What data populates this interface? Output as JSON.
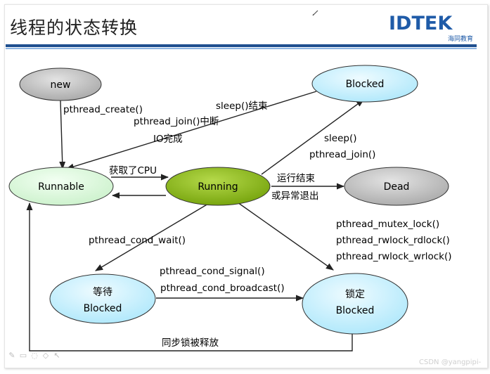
{
  "page": {
    "title": "线程的状态转换",
    "watermark": "CSDN @yangpipi-"
  },
  "logo": {
    "word": "IDTEK",
    "subtitle": "海同教育",
    "color": "#1f5ba8"
  },
  "colors": {
    "new_state": "#c8c8c8",
    "dead_state": "#c8c8c8",
    "runnable_state": "#dfffdf",
    "running_state": "#8dbb1a",
    "blocked_state": "#ccf2ff",
    "stroke": "#333333"
  },
  "nodes": {
    "new": {
      "label": "new"
    },
    "runnable": {
      "label": "Runnable"
    },
    "running": {
      "label": "Running"
    },
    "dead": {
      "label": "Dead"
    },
    "blocked_top": {
      "label": "Blocked"
    },
    "wait": {
      "label_line1": "等待",
      "label_line2": "Blocked"
    },
    "lock": {
      "label_line1": "锁定",
      "label_line2": "Blocked"
    }
  },
  "edges": {
    "new_to_runnable": "pthread_create()",
    "blocked_to_runnable": {
      "line1": "sleep()结束",
      "line2": "pthread_join()中断",
      "line3": "IO完成"
    },
    "runnable_to_running": "获取了CPU",
    "running_to_blocked": {
      "line1": "sleep()",
      "line2": "pthread_join()"
    },
    "running_to_dead": {
      "line1": "运行结束",
      "line2": "或异常退出"
    },
    "running_to_wait": "pthread_cond_wait()",
    "running_to_lock": {
      "line1": "pthread_mutex_lock()",
      "line2": "pthread_rwlock_rdlock()",
      "line3": "pthread_rwlock_wrlock()"
    },
    "wait_to_lock": {
      "line1": "pthread_cond_signal()",
      "line2": "pthread_cond_broadcast()"
    },
    "lock_to_runnable": "同步锁被释放"
  }
}
